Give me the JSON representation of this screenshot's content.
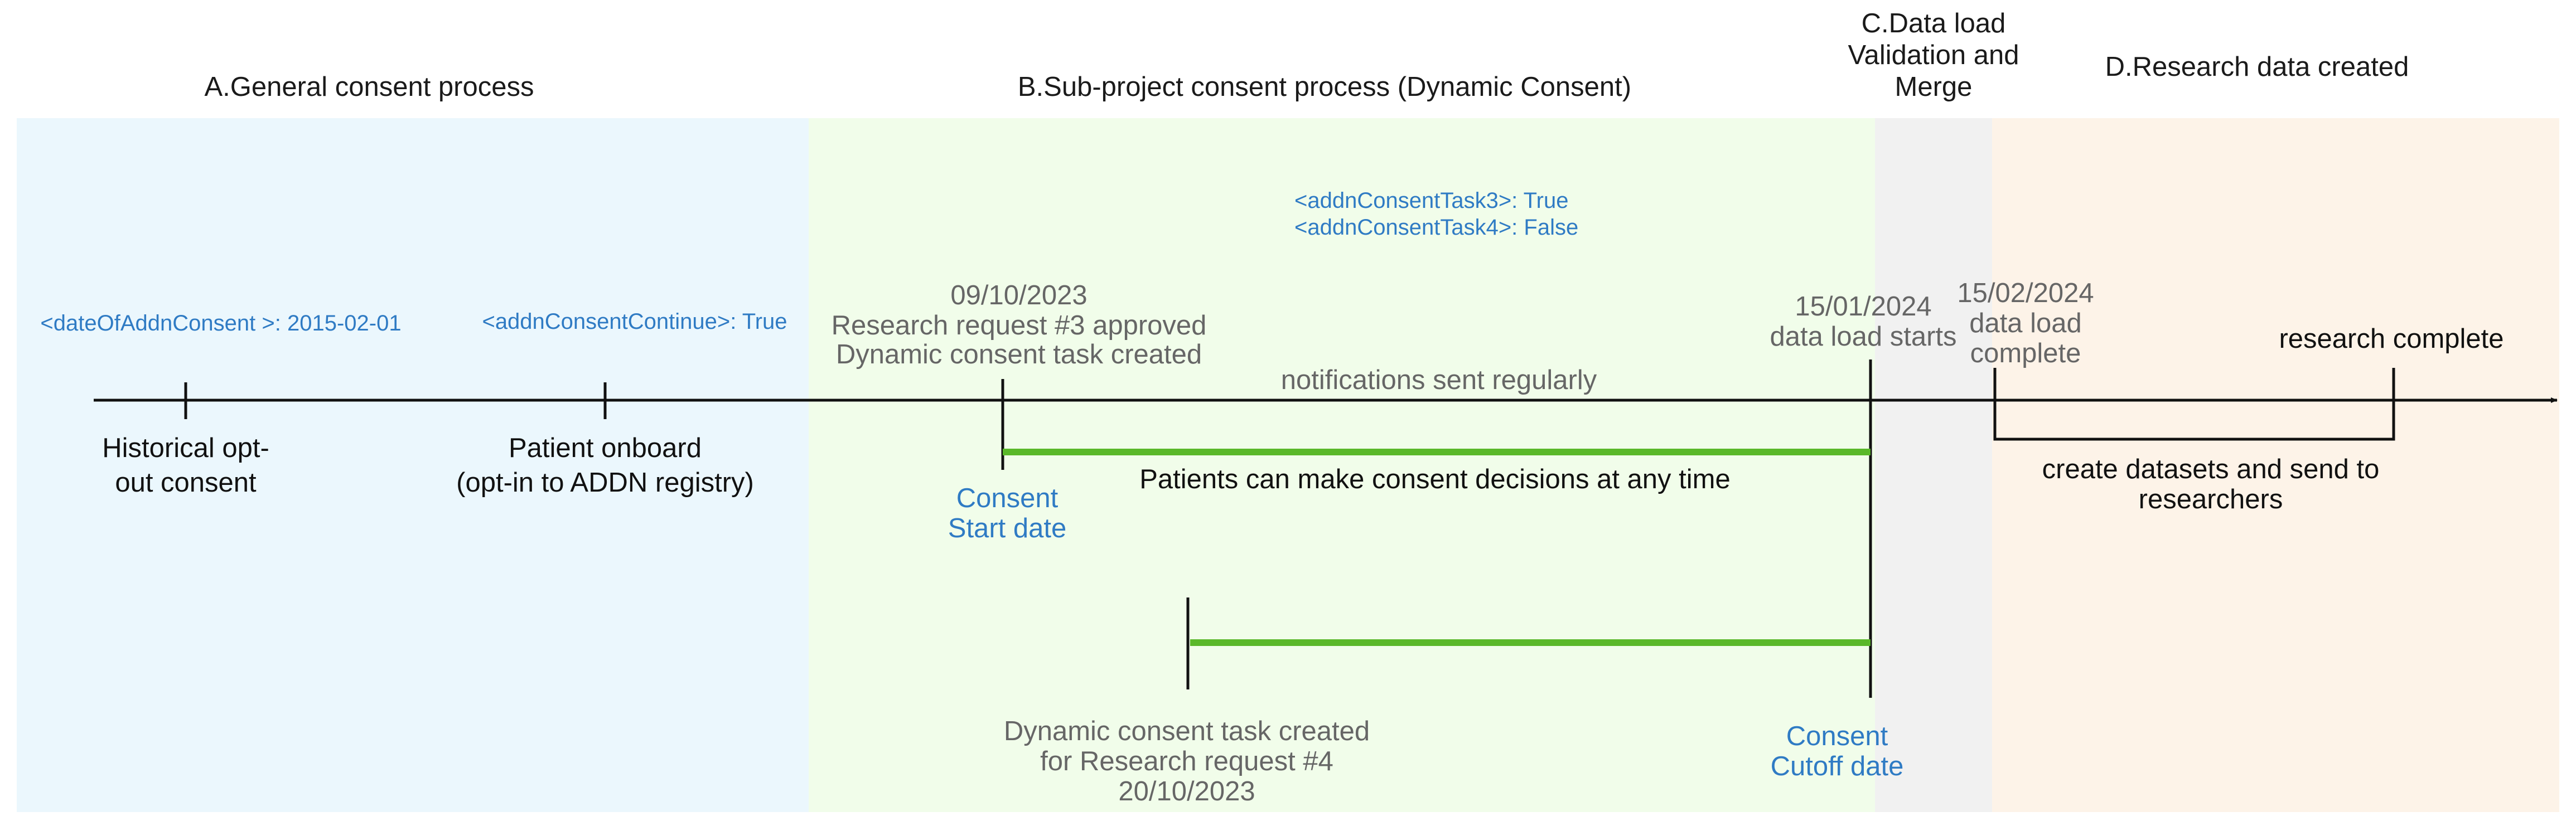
{
  "colors": {
    "section_a": "#ebf7fd",
    "section_b": "#f1fdea",
    "section_c": "#f1f1f1",
    "section_d": "#fdf3e8",
    "timeline": "#111111",
    "consent_window": "#5ab82a",
    "grey_text": "#666666",
    "blue_text": "#2f7bc4"
  },
  "sections": {
    "a_title": "A.General consent process",
    "b_title": "B.Sub-project consent process (Dynamic Consent)",
    "c_title": [
      "C.Data load",
      "Validation and",
      "Merge"
    ],
    "d_title": "D.Research data created"
  },
  "tags": {
    "date_of_addn_consent": "<dateOfAddnConsent >: 2015-02-01",
    "addn_consent_continue": "<addnConsentContinue>: True",
    "addn_consent_task3": "<addnConsentTask3>: True",
    "addn_consent_task4": "<addnConsentTask4>: False"
  },
  "events": {
    "historical": [
      "Historical opt-",
      "out consent"
    ],
    "onboard": [
      "Patient onboard",
      "(opt-in to ADDN registry)"
    ],
    "request3": [
      "09/10/2023",
      "Research request #3 approved",
      "Dynamic consent task created"
    ],
    "notifications": "notifications sent regularly",
    "consent_start": [
      "Consent",
      "Start date"
    ],
    "decisions": "Patients can make consent decisions at any time",
    "data_load_starts": [
      "15/01/2024",
      "data load starts"
    ],
    "data_load_complete": [
      "15/02/2024",
      "data load",
      "complete"
    ],
    "research_complete": "research complete",
    "create_datasets": [
      "create datasets and send to",
      "researchers"
    ],
    "request4": [
      "Dynamic consent task created",
      "for Research request #4",
      "20/10/2023"
    ],
    "consent_cutoff": [
      "Consent",
      "Cutoff date"
    ]
  }
}
